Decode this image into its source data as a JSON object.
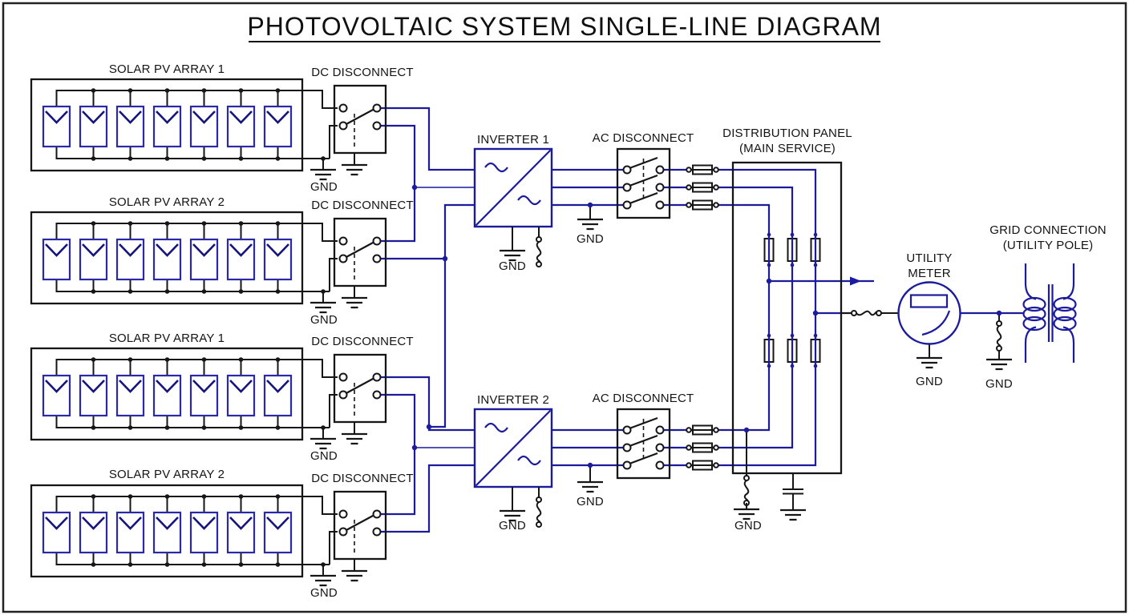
{
  "title": "PHOTOVOLTAIC SYSTEM SINGLE-LINE DIAGRAM",
  "labels": {
    "arrays": [
      "SOLAR PV ARRAY 1",
      "SOLAR PV ARRAY 2",
      "SOLAR PV ARRAY 1",
      "SOLAR PV ARRAY 2"
    ],
    "dc_disconnect": "DC DISCONNECT",
    "ac_disconnect": "AC DISCONNECT",
    "inverters": [
      "INVERTER 1",
      "INVERTER 2"
    ],
    "panel": [
      "DISTRIBUTION PANEL",
      "(MAIN SERVICE)"
    ],
    "meter": [
      "UTILITY",
      "METER"
    ],
    "grid": [
      "GRID CONNECTION",
      "(UTILITY POLE)"
    ],
    "gnd": "GND"
  },
  "components": {
    "pv_arrays": 4,
    "modules_per_array": 7,
    "dc_disconnects": 4,
    "inverters": 2,
    "ac_disconnects": 2,
    "ac_fuses_per_inverter": 3,
    "panel_fuses": 6,
    "utility_meters": 1,
    "grid_transformers": 1,
    "ground_labels": 11
  },
  "colors": {
    "wire_blue": "#1b1b9c",
    "structure_black": "#161616",
    "pv_module_blue": "#2a2aa8",
    "chevron_blue": "#15157d",
    "background": "#fdfdfd"
  }
}
